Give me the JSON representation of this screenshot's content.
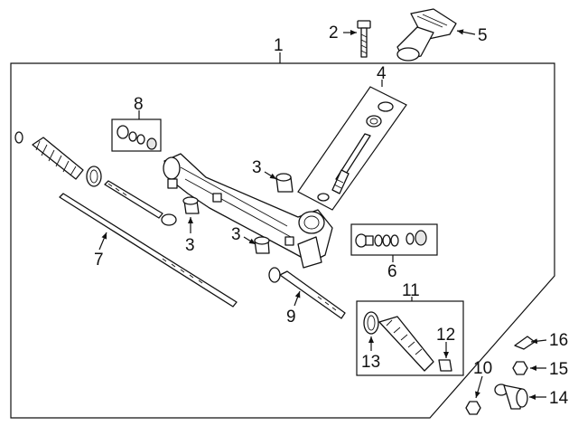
{
  "callouts": {
    "c1": "1",
    "c2": "2",
    "c3a": "3",
    "c3b": "3",
    "c3c": "3",
    "c4": "4",
    "c5": "5",
    "c6": "6",
    "c7": "7",
    "c8": "8",
    "c9": "9",
    "c10": "10",
    "c11": "11",
    "c12": "12",
    "c13": "13",
    "c14": "14",
    "c15": "15",
    "c16": "16"
  }
}
